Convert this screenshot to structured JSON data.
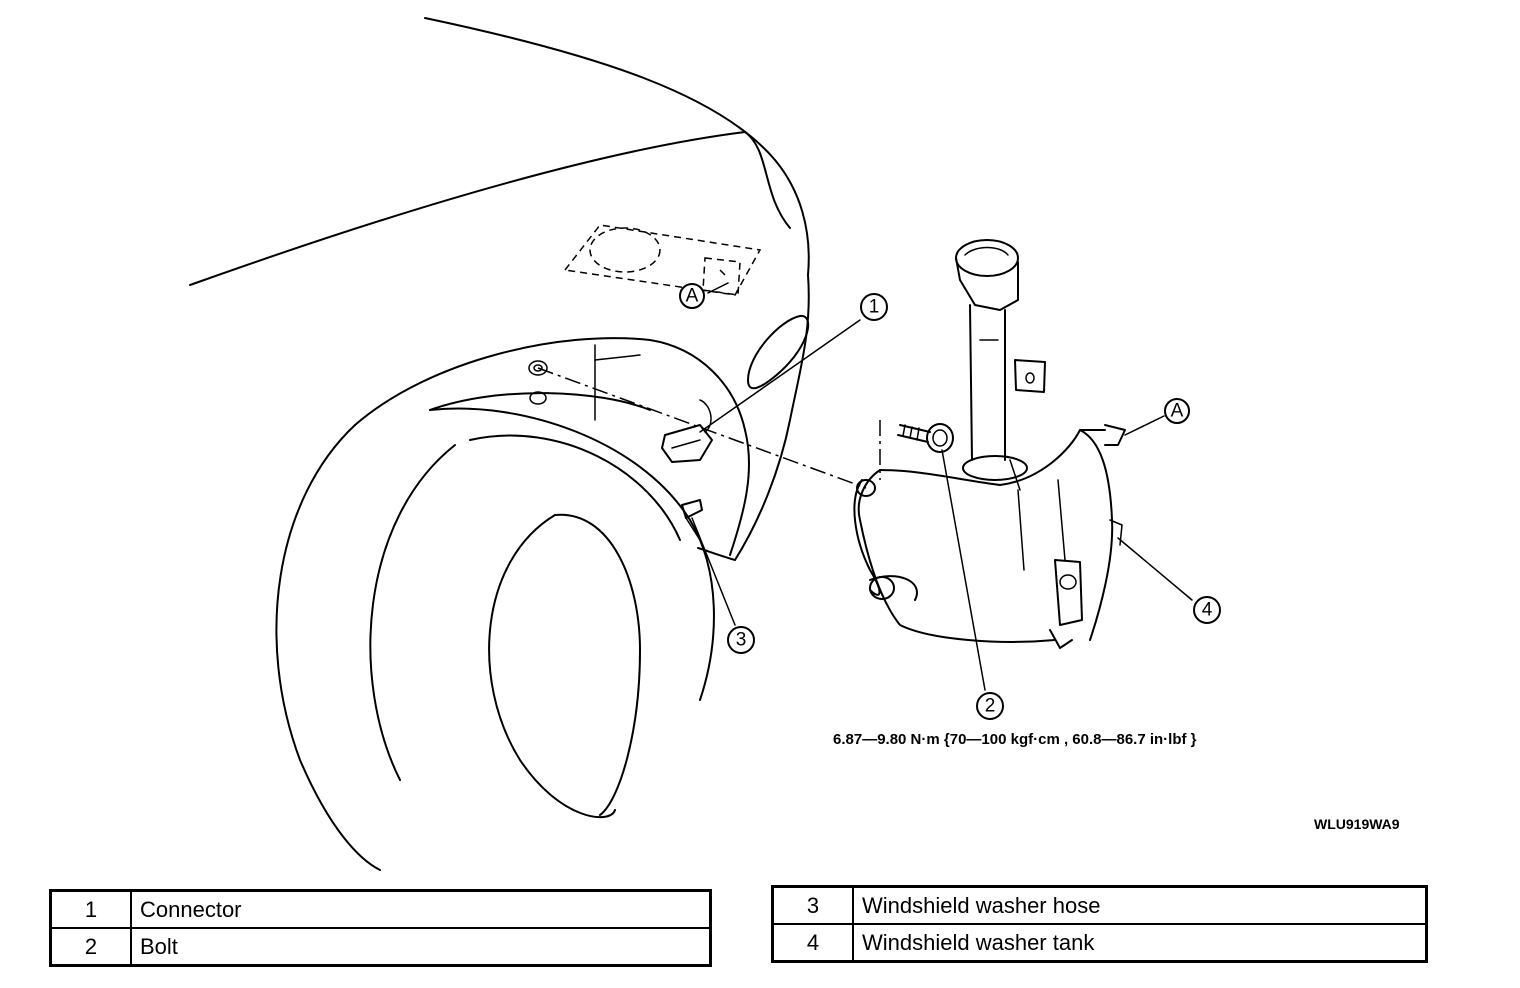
{
  "diagram": {
    "callouts": [
      "1",
      "2",
      "3",
      "4"
    ],
    "reference_marker": "A",
    "torque_spec": "6.87—9.80 N·m {70—100 kgf·cm , 60.8—86.7 in·lbf }",
    "figure_code": "WLU919WA9"
  },
  "legend_left": [
    {
      "num": "1",
      "label": "Connector"
    },
    {
      "num": "2",
      "label": "Bolt"
    }
  ],
  "legend_right": [
    {
      "num": "3",
      "label": "Windshield washer hose"
    },
    {
      "num": "4",
      "label": "Windshield washer tank"
    }
  ]
}
